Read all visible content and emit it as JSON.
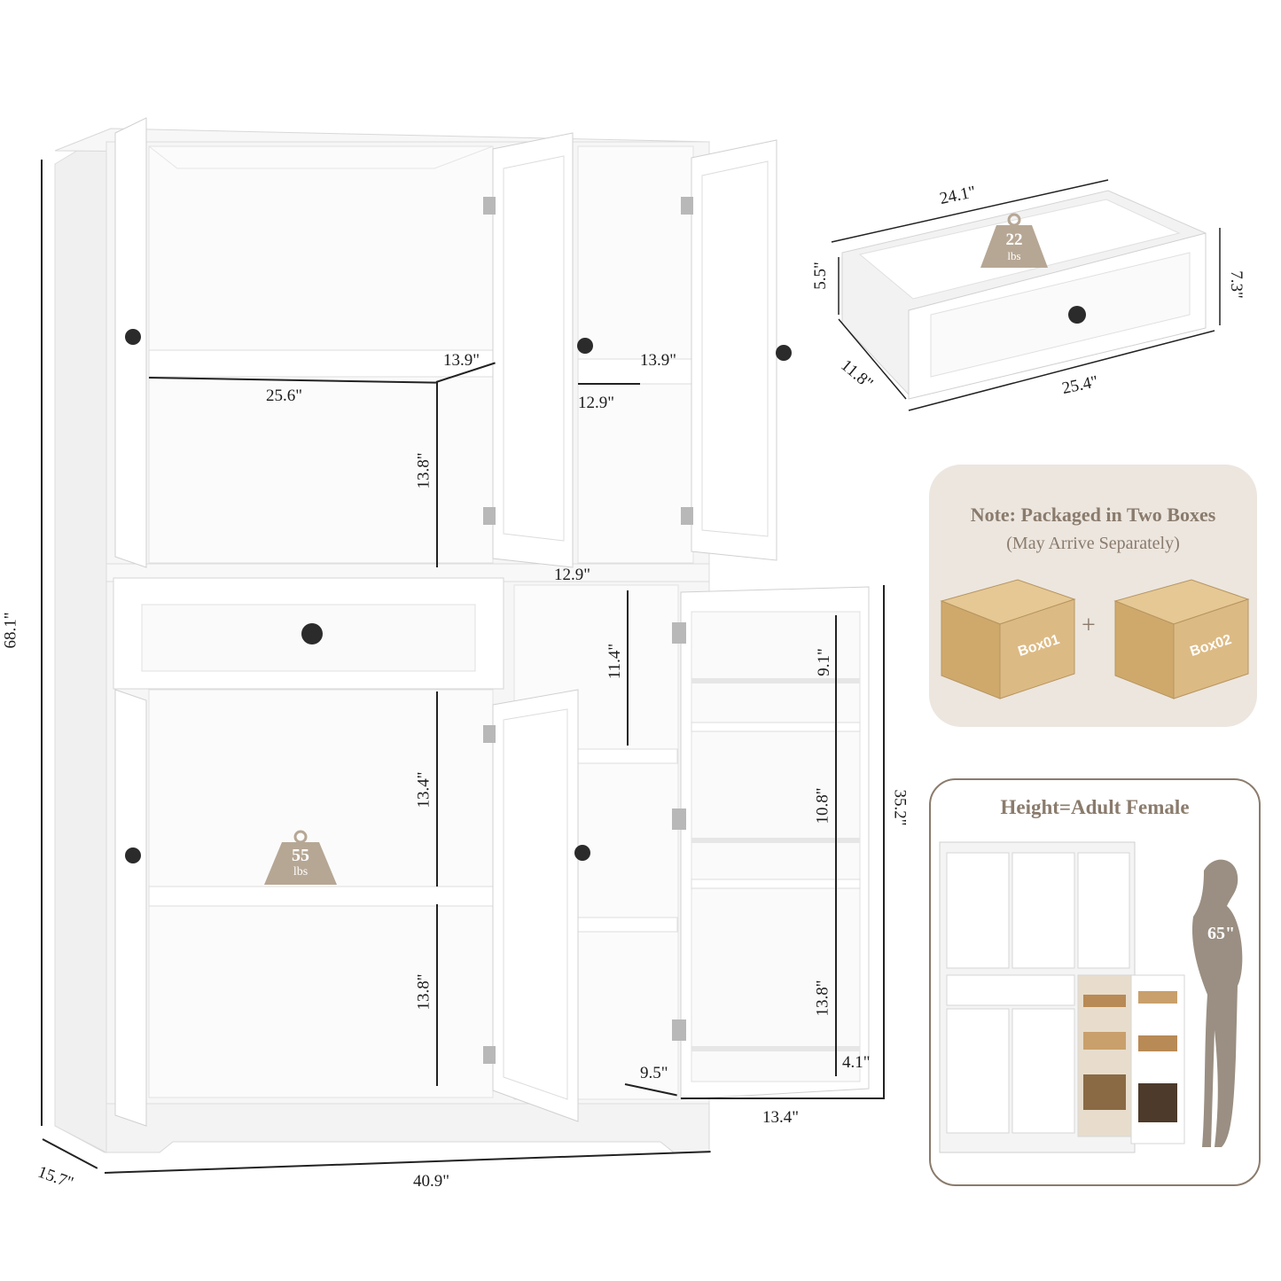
{
  "cabinet_dims": {
    "height": "68.1\"",
    "width": "40.9\"",
    "depth": "15.7\"",
    "top_shelf_width": "25.6\"",
    "top_shelf_depth_left": "13.9\"",
    "top_shelf_depth_right": "13.9\"",
    "top_right_shelf_width": "12.9\"",
    "top_left_height": "13.8\"",
    "mid_width": "12.9\"",
    "pantry_upper_height": "11.4\"",
    "lower_left_upper_height": "13.4\"",
    "lower_left_lower_height": "13.8\"",
    "door_rack_1": "9.1\"",
    "door_rack_2": "10.8\"",
    "door_rack_3": "13.8\"",
    "door_rack_depth": "4.1\"",
    "door_depth": "9.5\"",
    "door_width": "13.4\"",
    "lower_height": "35.2\""
  },
  "drawer_dims": {
    "back_width": "24.1\"",
    "front_width": "25.4\"",
    "inner_height": "5.5\"",
    "front_height": "7.3\"",
    "depth": "11.8\""
  },
  "weights": {
    "drawer_value": "22",
    "drawer_unit": "lbs",
    "shelf_value": "55",
    "shelf_unit": "lbs"
  },
  "note": {
    "title": "Note: Packaged in Two Boxes",
    "subtitle": "(May Arrive Separately)",
    "box1": "Box01",
    "box2": "Box02",
    "plus": "+"
  },
  "height_card": {
    "title": "Height=Adult Female",
    "figure_height": "65\""
  },
  "colors": {
    "accent": "#8a7b6c",
    "weight_badge": "#b6a794",
    "box": "#d7b98a",
    "cabinet": "#f4f4f4"
  }
}
